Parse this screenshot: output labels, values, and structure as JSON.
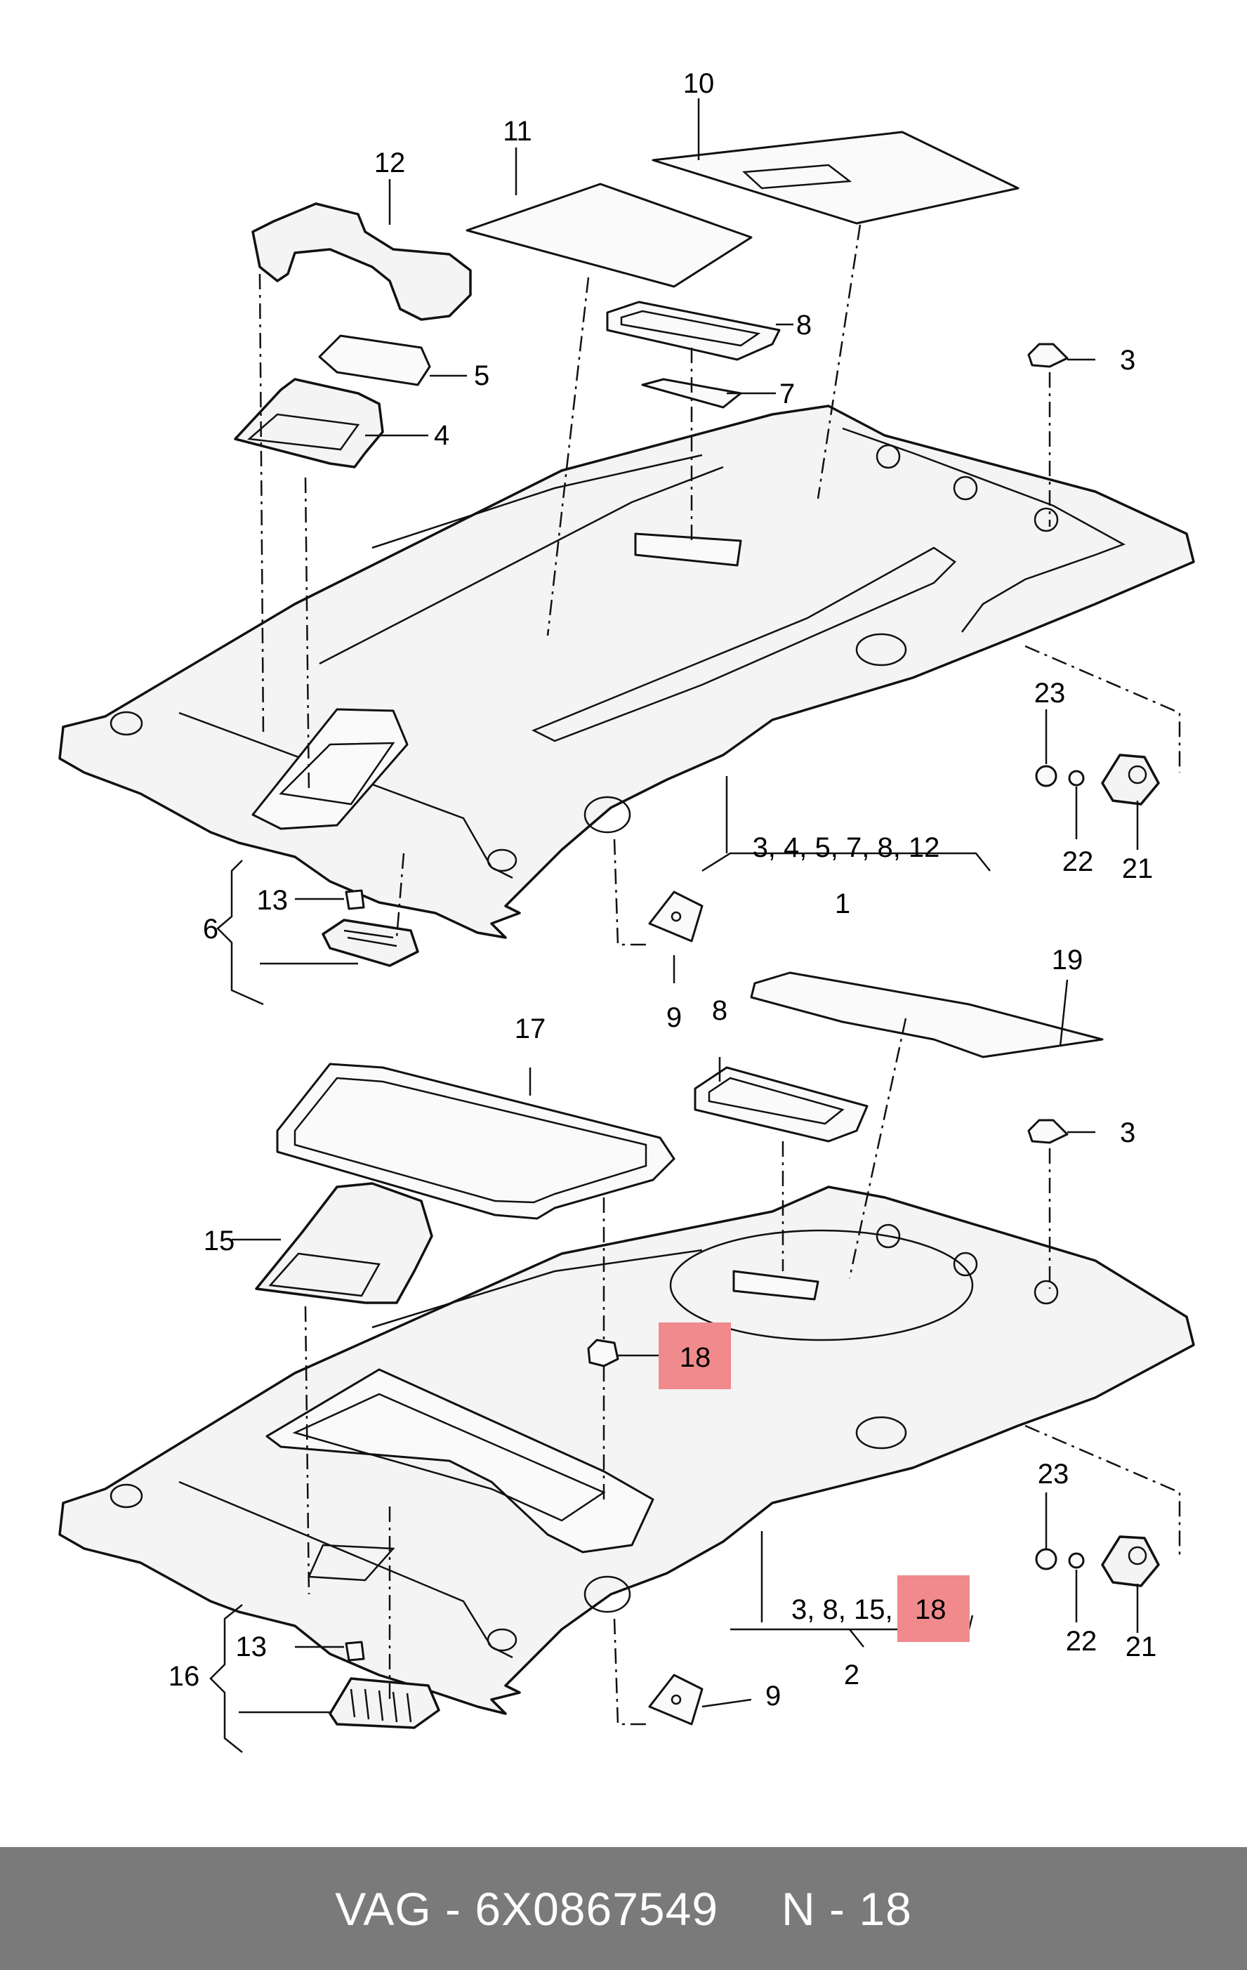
{
  "labels": {
    "l1": "1",
    "l2": "2",
    "l3a": "3",
    "l3b": "3",
    "l4": "4",
    "l5": "5",
    "l6": "6",
    "l7": "7",
    "l8a": "8",
    "l8b": "8",
    "l9a": "9",
    "l9b": "9",
    "l10": "10",
    "l11": "11",
    "l12": "12",
    "l13a": "13",
    "l13b": "13",
    "l15": "15",
    "l16": "16",
    "l17": "17",
    "l18a": "18",
    "l19": "19",
    "l21a": "21",
    "l21b": "21",
    "l22a": "22",
    "l22b": "22",
    "l23a": "23",
    "l23b": "23",
    "group1_parts": "3, 4, 5, 7, 8, 12",
    "group2_parts_prefix": "3, 8, 15,",
    "group2_parts_highlight": "18"
  },
  "highlight_color": "#f08a8c",
  "footer": {
    "brand": "VAG",
    "part_number": "6X0867549",
    "position": "N - 18",
    "separator": "-"
  }
}
